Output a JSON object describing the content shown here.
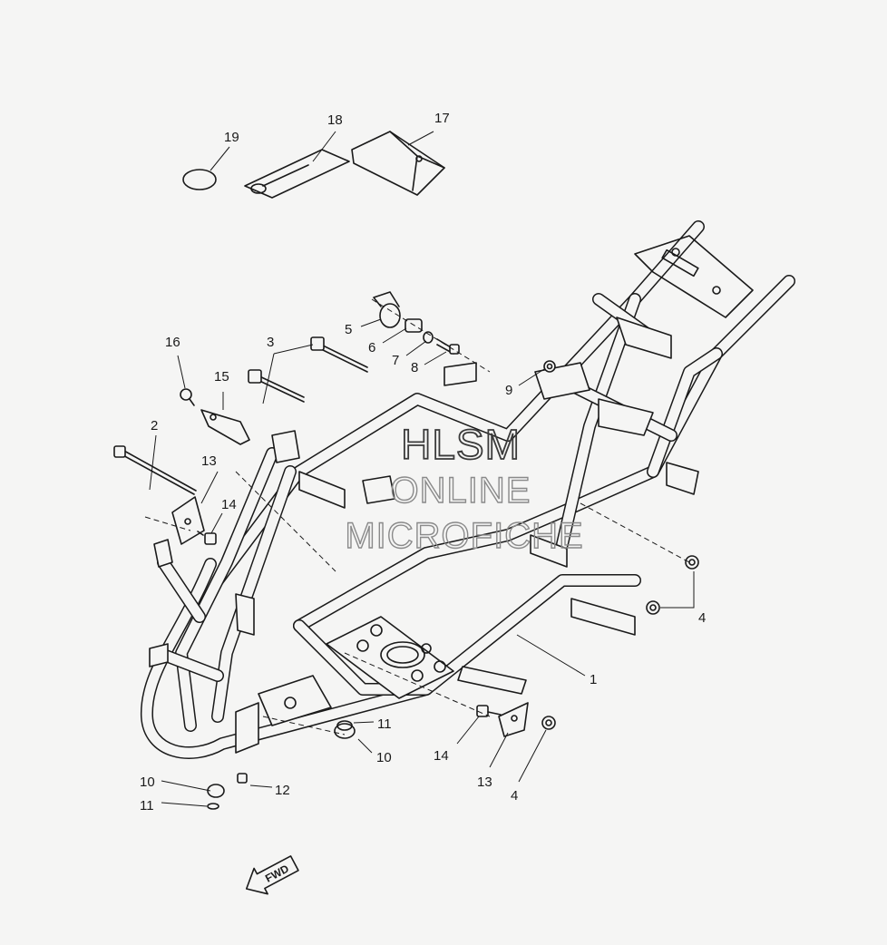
{
  "callouts": {
    "c1": "1",
    "c2": "2",
    "c3": "3",
    "c4a": "4",
    "c4b": "4",
    "c5": "5",
    "c6": "6",
    "c7": "7",
    "c8": "8",
    "c9": "9",
    "c10a": "10",
    "c10b": "10",
    "c11a": "11",
    "c11b": "11",
    "c12": "12",
    "c13a": "13",
    "c13b": "13",
    "c14a": "14",
    "c14b": "14",
    "c15": "15",
    "c16": "16",
    "c17": "17",
    "c18": "18",
    "c19": "19"
  },
  "watermark": {
    "line1": "HLSM",
    "line2": "ONLINE",
    "line3": "MICROFICHE"
  },
  "fwd_arrow": {
    "label": "FWD"
  }
}
